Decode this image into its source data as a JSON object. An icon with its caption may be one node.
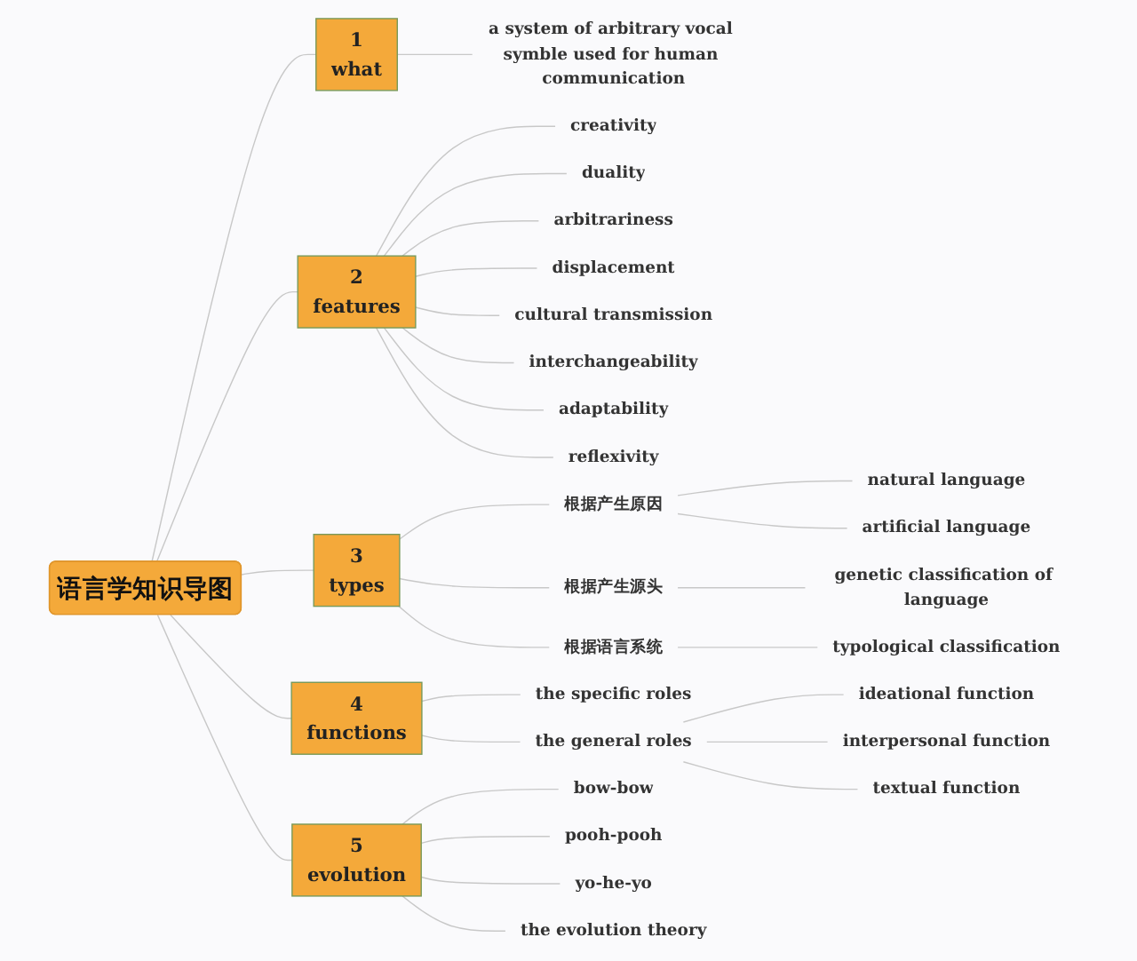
{
  "diagram": {
    "nodes": [
      {
        "text": [
          "语言学知识导图"
        ]
      },
      {
        "text": [
          "1",
          "what"
        ]
      },
      {
        "text": [
          "a system of arbitrary vocal symble used for human communication"
        ]
      },
      {
        "text": [
          "2",
          "features"
        ]
      },
      {
        "text": [
          "creativity"
        ]
      },
      {
        "text": [
          "duality"
        ]
      },
      {
        "text": [
          "arbitrariness"
        ]
      },
      {
        "text": [
          "displacement"
        ]
      },
      {
        "text": [
          "cultural transmission"
        ]
      },
      {
        "text": [
          "interchangeability"
        ]
      },
      {
        "text": [
          "adaptability"
        ]
      },
      {
        "text": [
          "reflexivity"
        ]
      },
      {
        "text": [
          "3",
          "types"
        ]
      },
      {
        "text": [
          "根据产生原因"
        ]
      },
      {
        "text": [
          "natural language"
        ]
      },
      {
        "text": [
          "artificial language"
        ]
      },
      {
        "text": [
          "根据产生源头"
        ]
      },
      {
        "text": [
          "genetic classification of language"
        ]
      },
      {
        "text": [
          "根据语言系统"
        ]
      },
      {
        "text": [
          "typological classification"
        ]
      },
      {
        "text": [
          "4",
          "functions"
        ]
      },
      {
        "text": [
          "the specific roles"
        ]
      },
      {
        "text": [
          "the general roles"
        ]
      },
      {
        "text": [
          "ideational function"
        ]
      },
      {
        "text": [
          "interpersonal function"
        ]
      },
      {
        "text": [
          "textual function"
        ]
      },
      {
        "text": [
          "5",
          "evolution"
        ]
      },
      {
        "text": [
          "bow-bow"
        ]
      },
      {
        "text": [
          "pooh-pooh"
        ]
      },
      {
        "text": [
          "yo-he-yo"
        ]
      },
      {
        "text": [
          "the evolution theory"
        ]
      }
    ],
    "edges": [
      {
        "from": 0,
        "to": 1,
        "arrow": "none"
      },
      {
        "from": 1,
        "to": 2,
        "arrow": "none"
      },
      {
        "from": 0,
        "to": 3,
        "arrow": "none"
      },
      {
        "from": 3,
        "to": 4,
        "arrow": "none"
      },
      {
        "from": 3,
        "to": 5,
        "arrow": "none"
      },
      {
        "from": 3,
        "to": 6,
        "arrow": "none"
      },
      {
        "from": 3,
        "to": 7,
        "arrow": "none"
      },
      {
        "from": 3,
        "to": 8,
        "arrow": "none"
      },
      {
        "from": 3,
        "to": 9,
        "arrow": "none"
      },
      {
        "from": 3,
        "to": 10,
        "arrow": "none"
      },
      {
        "from": 3,
        "to": 11,
        "arrow": "none"
      },
      {
        "from": 0,
        "to": 12,
        "arrow": "none"
      },
      {
        "from": 12,
        "to": 13,
        "arrow": "none"
      },
      {
        "from": 13,
        "to": 14,
        "arrow": "none"
      },
      {
        "from": 13,
        "to": 15,
        "arrow": "none"
      },
      {
        "from": 12,
        "to": 16,
        "arrow": "none"
      },
      {
        "from": 16,
        "to": 17,
        "arrow": "none"
      },
      {
        "from": 12,
        "to": 18,
        "arrow": "none"
      },
      {
        "from": 18,
        "to": 19,
        "arrow": "none"
      },
      {
        "from": 0,
        "to": 20,
        "arrow": "none"
      },
      {
        "from": 20,
        "to": 21,
        "arrow": "none"
      },
      {
        "from": 20,
        "to": 22,
        "arrow": "none"
      },
      {
        "from": 22,
        "to": 23,
        "arrow": "none"
      },
      {
        "from": 22,
        "to": 24,
        "arrow": "none"
      },
      {
        "from": 22,
        "to": 25,
        "arrow": "none"
      },
      {
        "from": 0,
        "to": 26,
        "arrow": "none"
      },
      {
        "from": 26,
        "to": 27,
        "arrow": "none"
      },
      {
        "from": 26,
        "to": 28,
        "arrow": "none"
      },
      {
        "from": 26,
        "to": 29,
        "arrow": "none"
      },
      {
        "from": 26,
        "to": 30,
        "arrow": "none"
      }
    ]
  }
}
